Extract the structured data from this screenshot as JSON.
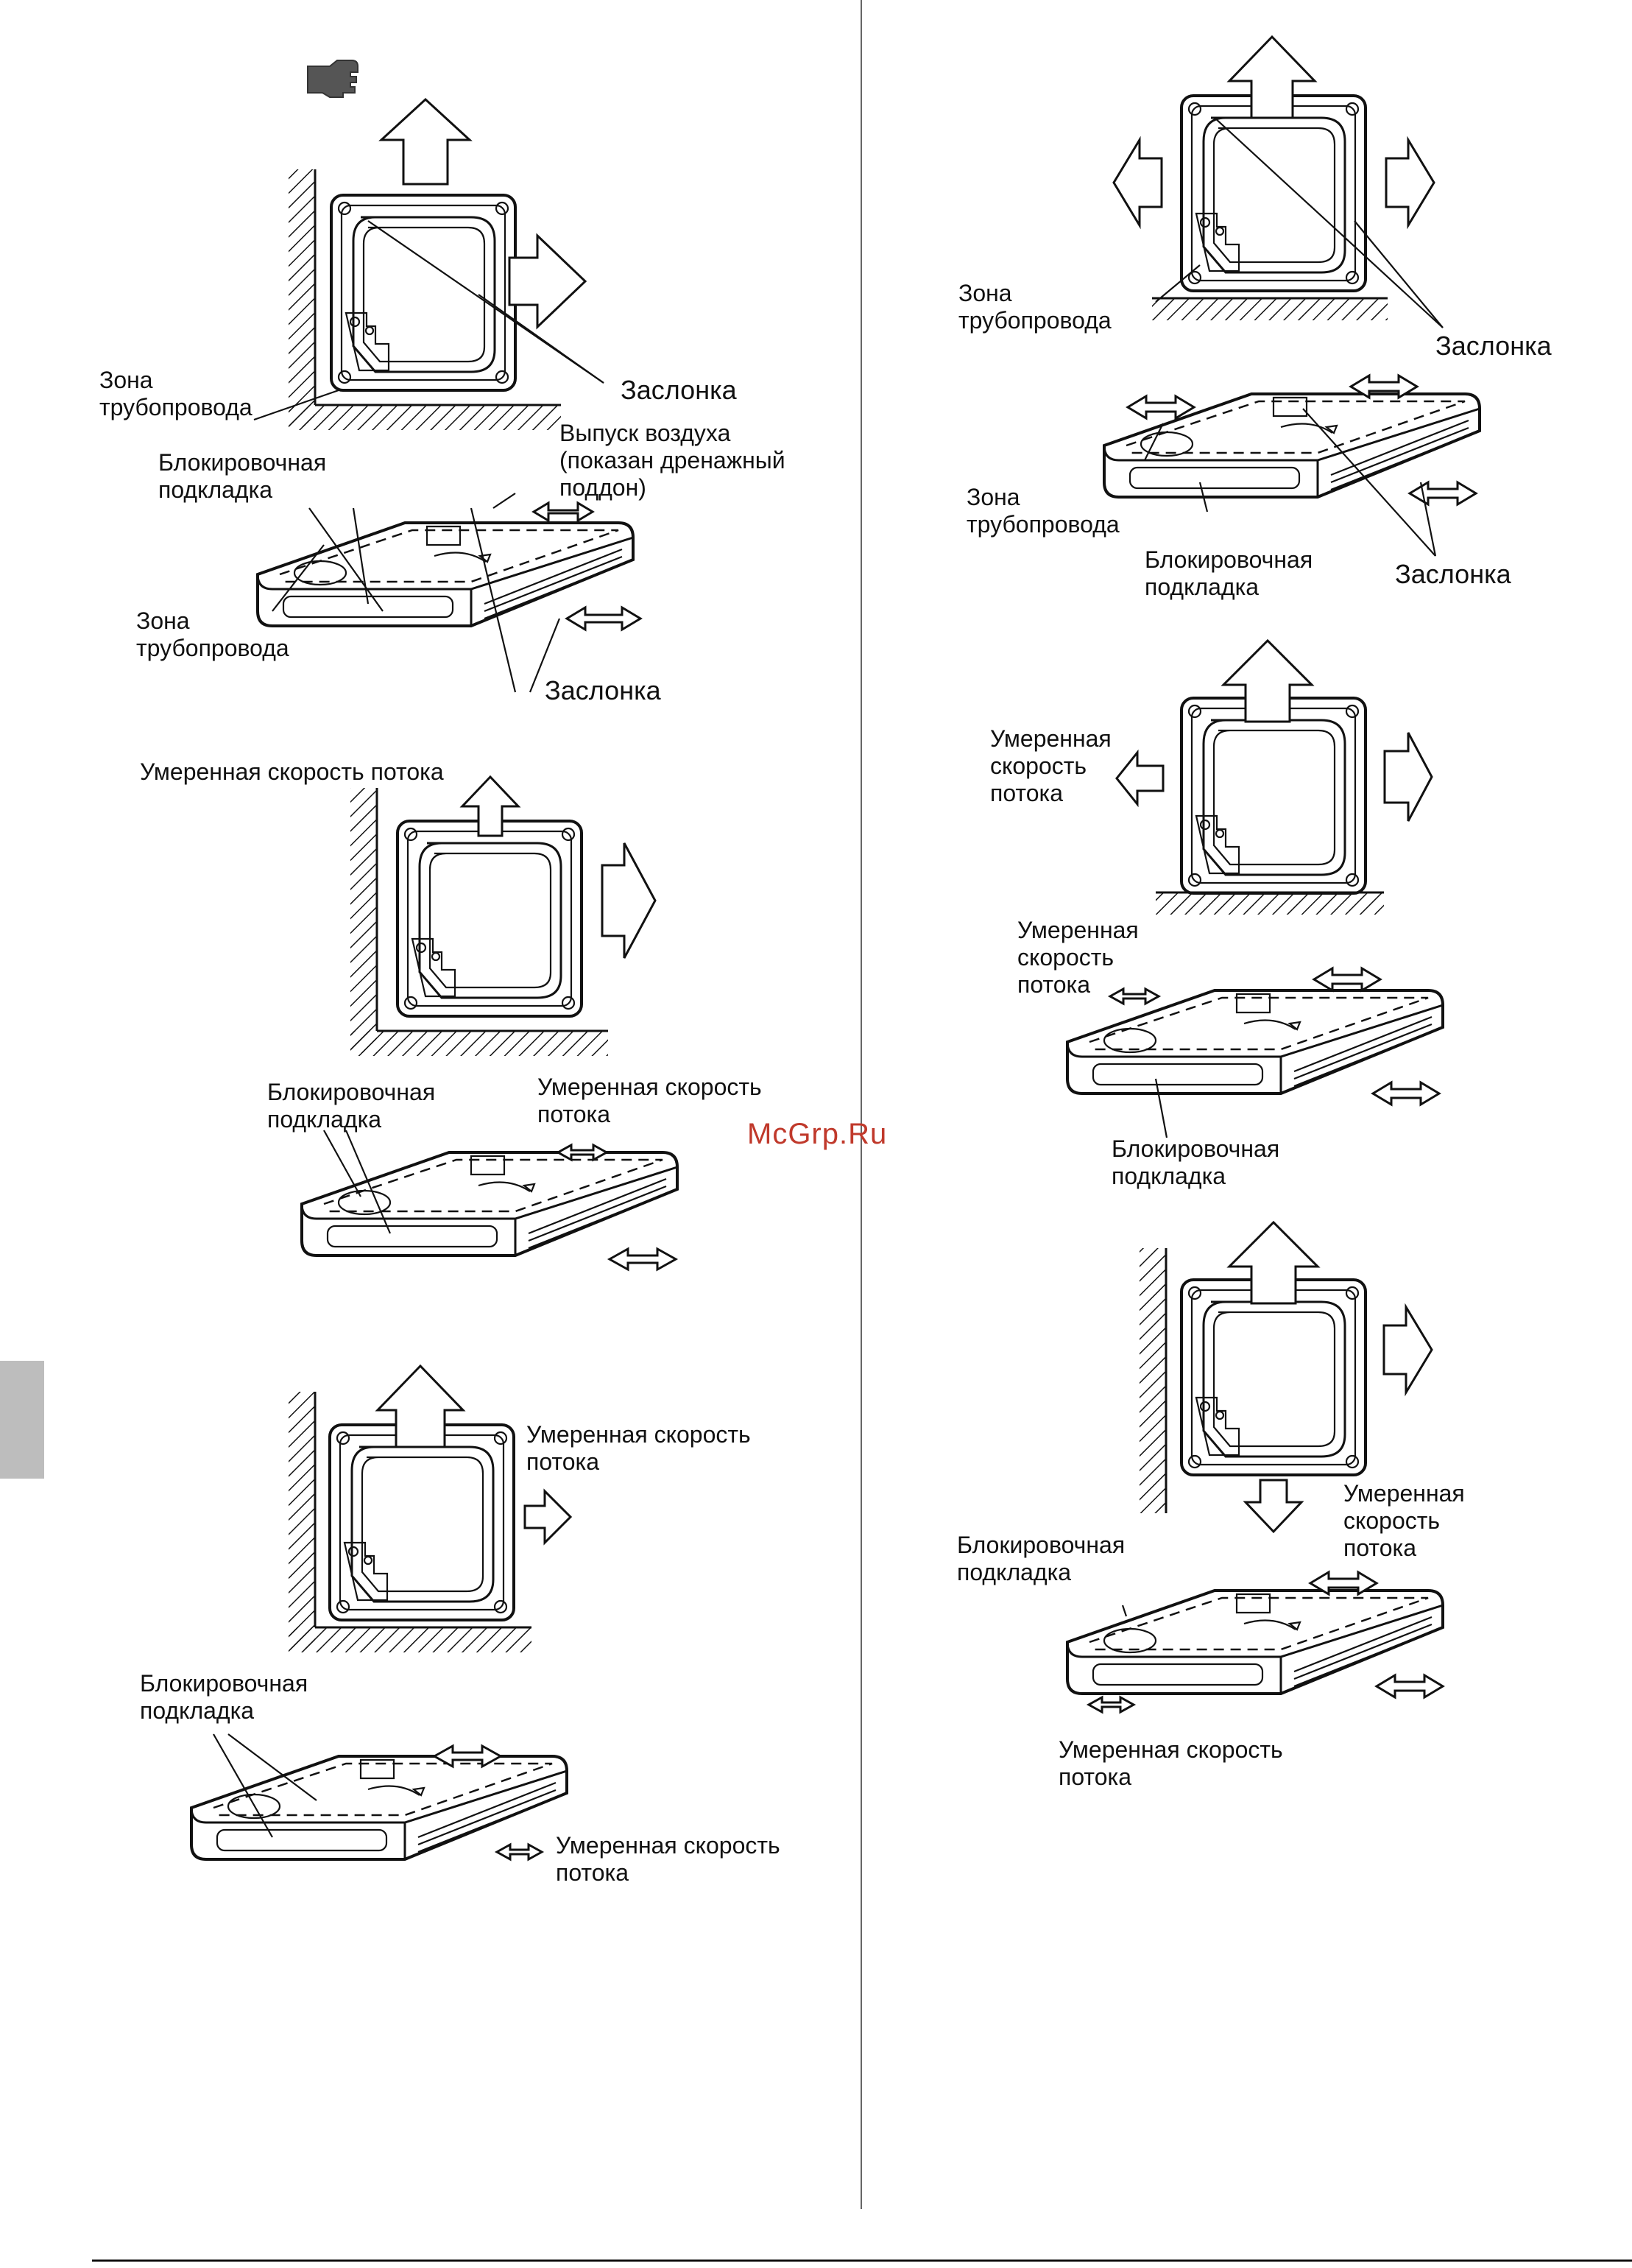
{
  "watermark": "McGrp.Ru",
  "labels": {
    "piping_zone": "Зона\nтрубопровода",
    "damper": "Заслонка",
    "air_outlet": "Выпуск воздуха\n(показан дренажный\nподдон)",
    "blocking_pad": "Блокировочная\nподкладка",
    "moderate_flow": "Умеренная скорость\nпотока",
    "moderate_flow_one_line": "Умеренная скорость потока",
    "moderate_flow_stacked": "Умеренная\nскорость\nпотока"
  },
  "icons": [
    "pointing-hand-icon"
  ]
}
